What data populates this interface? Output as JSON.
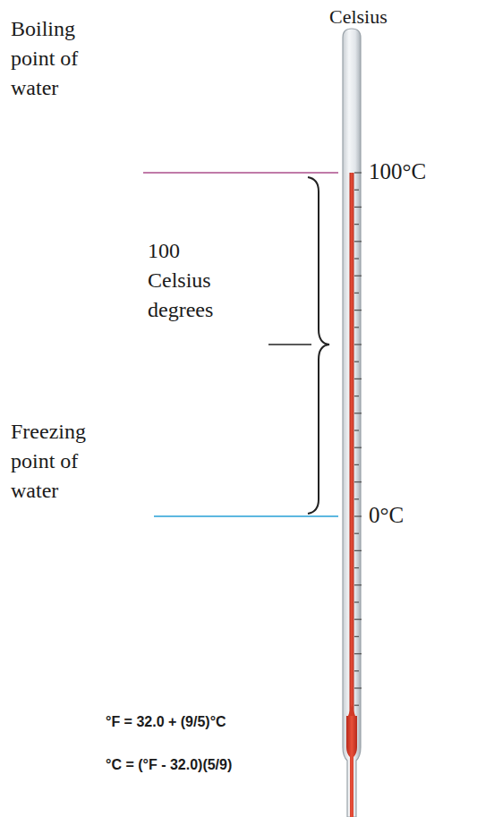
{
  "diagram": {
    "labels": [
      "Celsius",
      "Boiling point of water",
      "100°C",
      "100 Celsius degrees",
      "Freezing point of water",
      "0°C",
      "°F = 32.0 + (9/5)°C",
      "°C = (°F - 32.0)(5/9)"
    ]
  }
}
